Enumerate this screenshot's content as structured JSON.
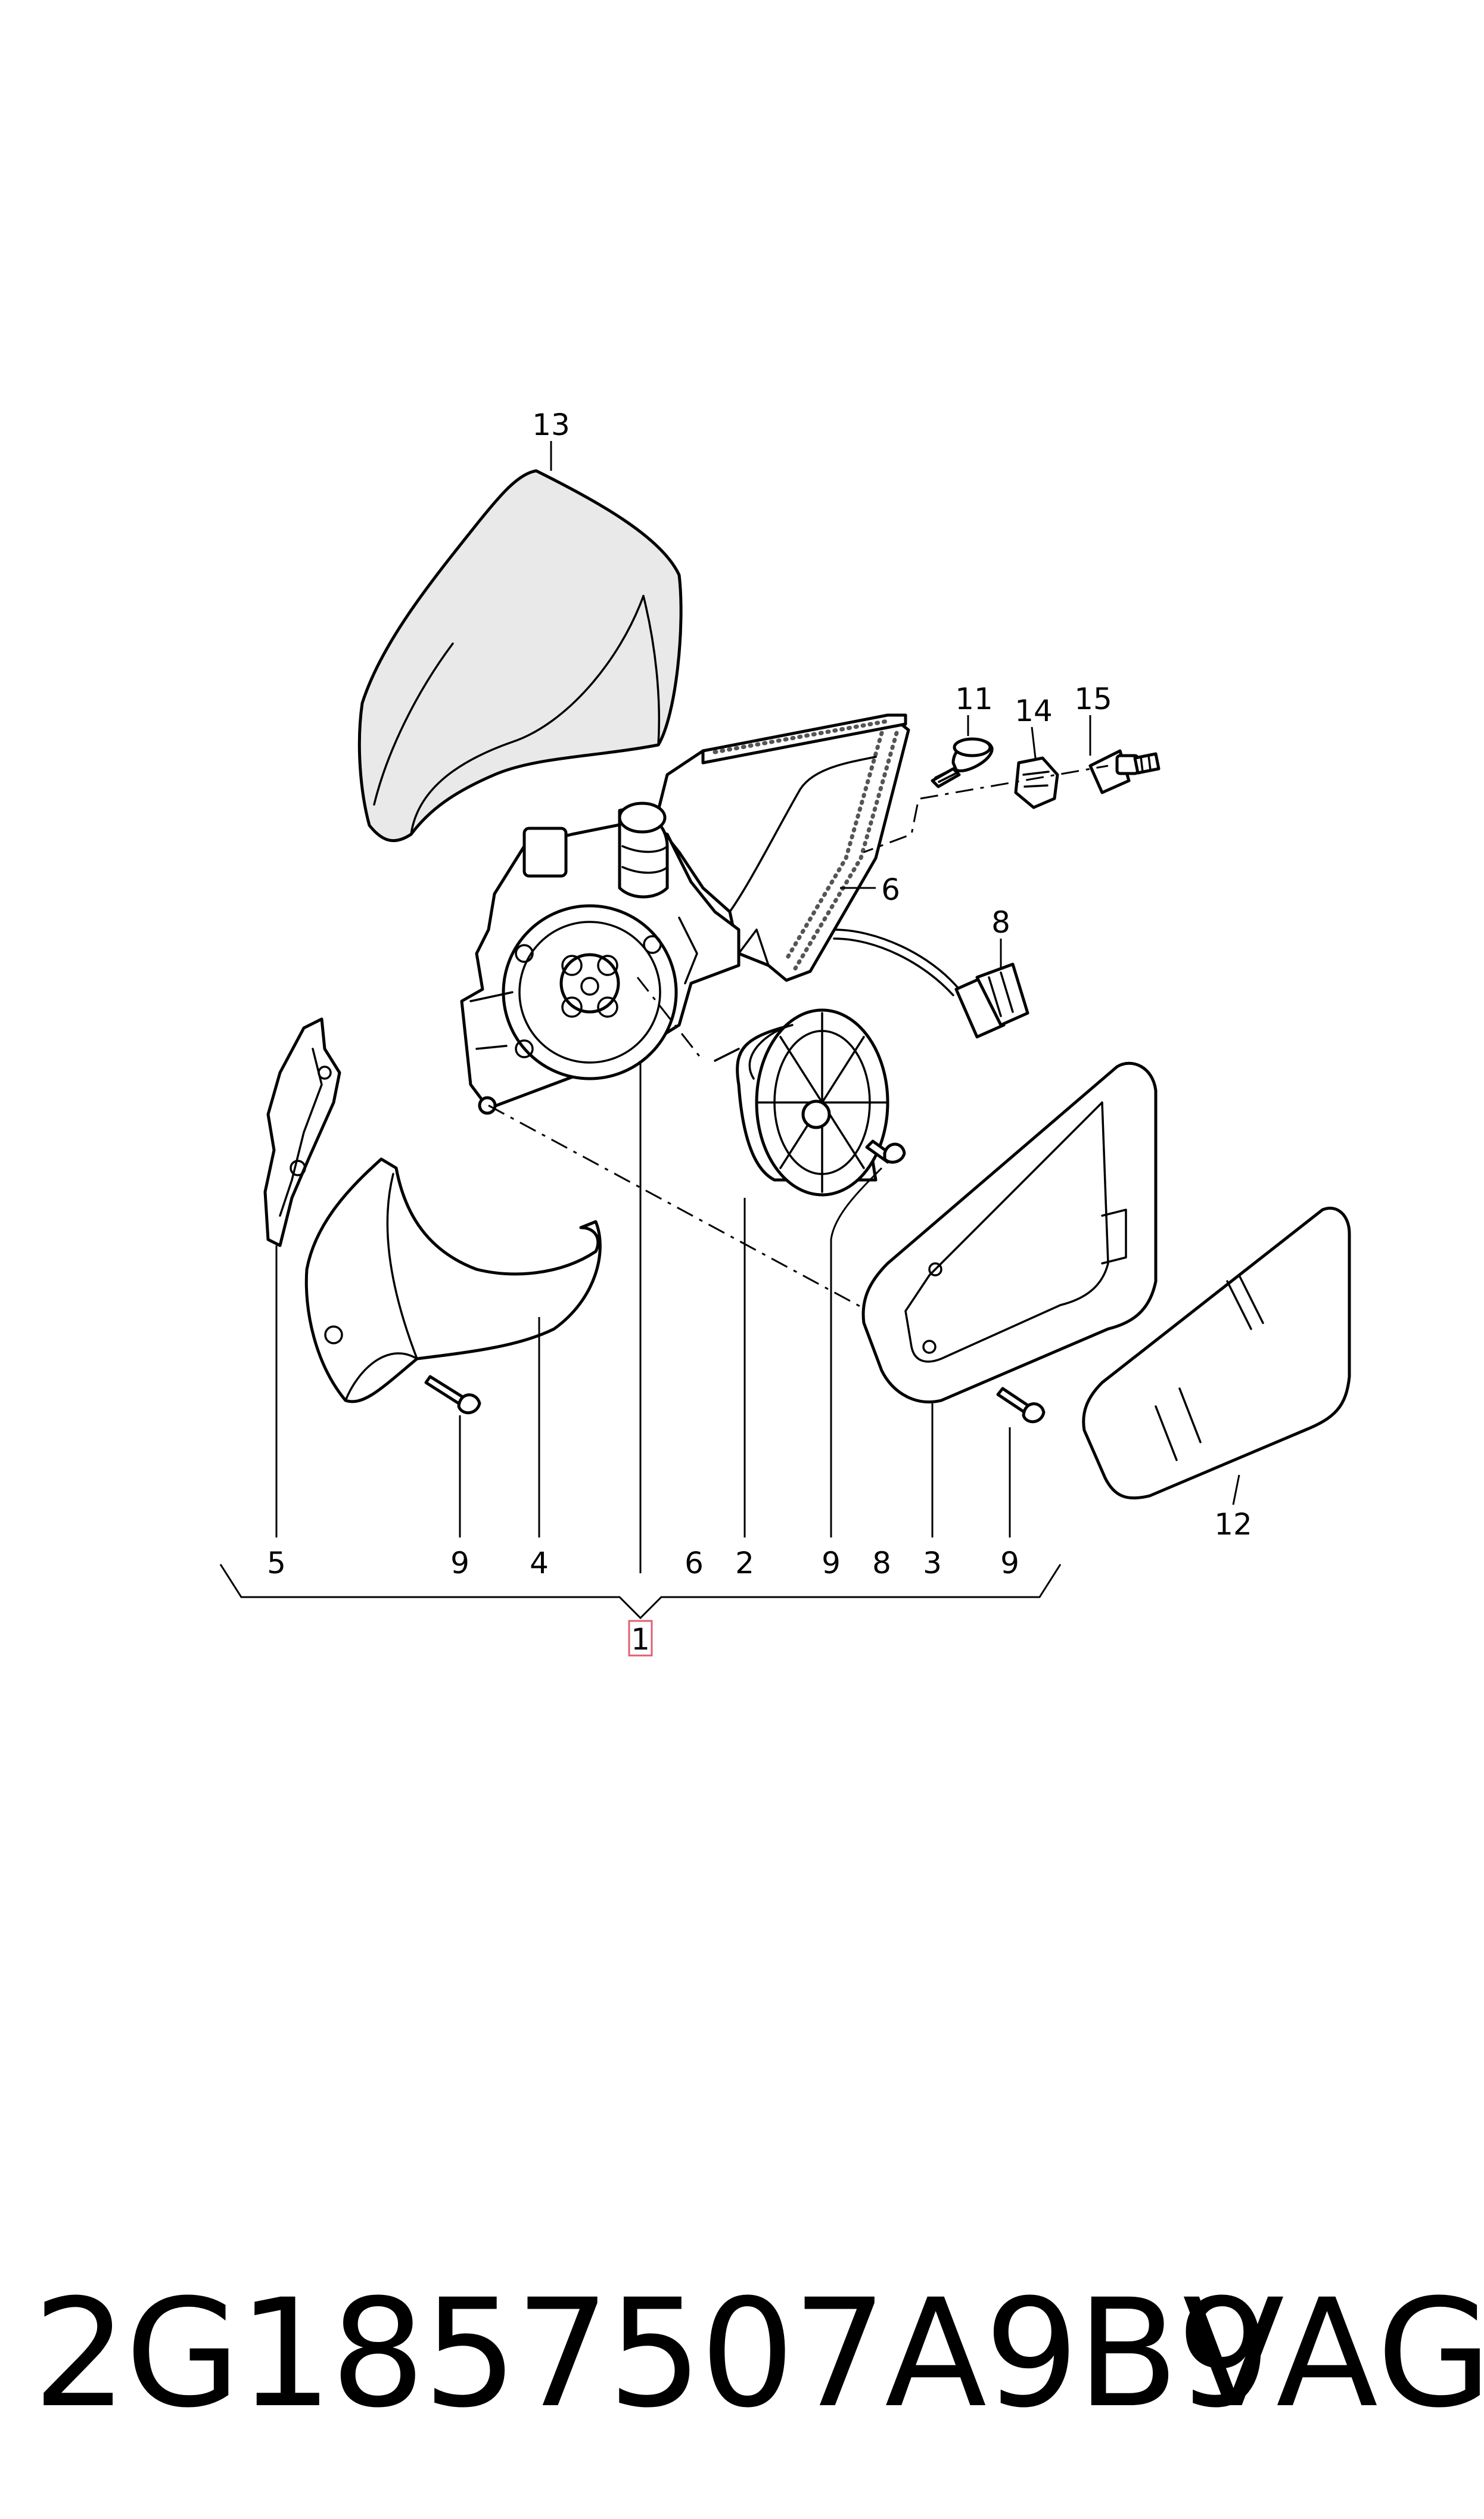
{
  "callouts": {
    "c13": "13",
    "c11": "11",
    "c14": "14",
    "c15": "15",
    "c6_upper": "6",
    "c8_upper": "8",
    "c12": "12",
    "c1": "1"
  },
  "bottom_row": [
    "5",
    "9",
    "4",
    "6",
    "2",
    "9",
    "8",
    "3",
    "9"
  ],
  "footer": {
    "part_number": "2G1857507A9B9",
    "brand": "VAG"
  },
  "colors": {
    "line": "#000000",
    "highlight_box": "#e06070"
  }
}
